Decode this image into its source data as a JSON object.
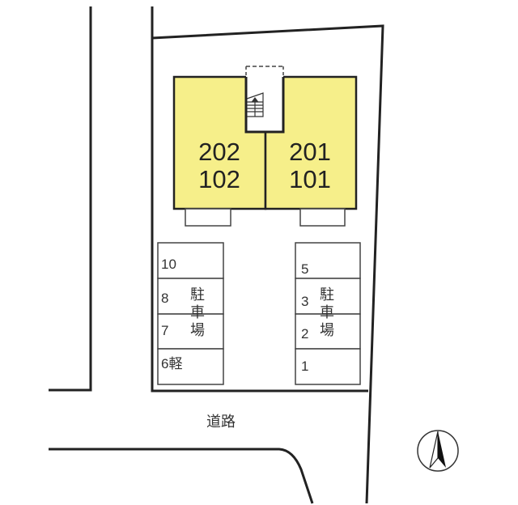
{
  "units": [
    {
      "upper": "202",
      "lower": "102"
    },
    {
      "upper": "201",
      "lower": "101"
    }
  ],
  "parking_left": {
    "slots": [
      "10",
      "8",
      "7",
      "6軽"
    ],
    "label": [
      "駐",
      "車",
      "場"
    ]
  },
  "parking_right": {
    "slots": [
      "5",
      "3",
      "2",
      "1"
    ],
    "label": [
      "駐",
      "車",
      "場"
    ]
  },
  "road_label": "道路",
  "colors": {
    "unit_fill": "#f6ef8a",
    "line": "#222222"
  },
  "north_icon": "north-arrow"
}
